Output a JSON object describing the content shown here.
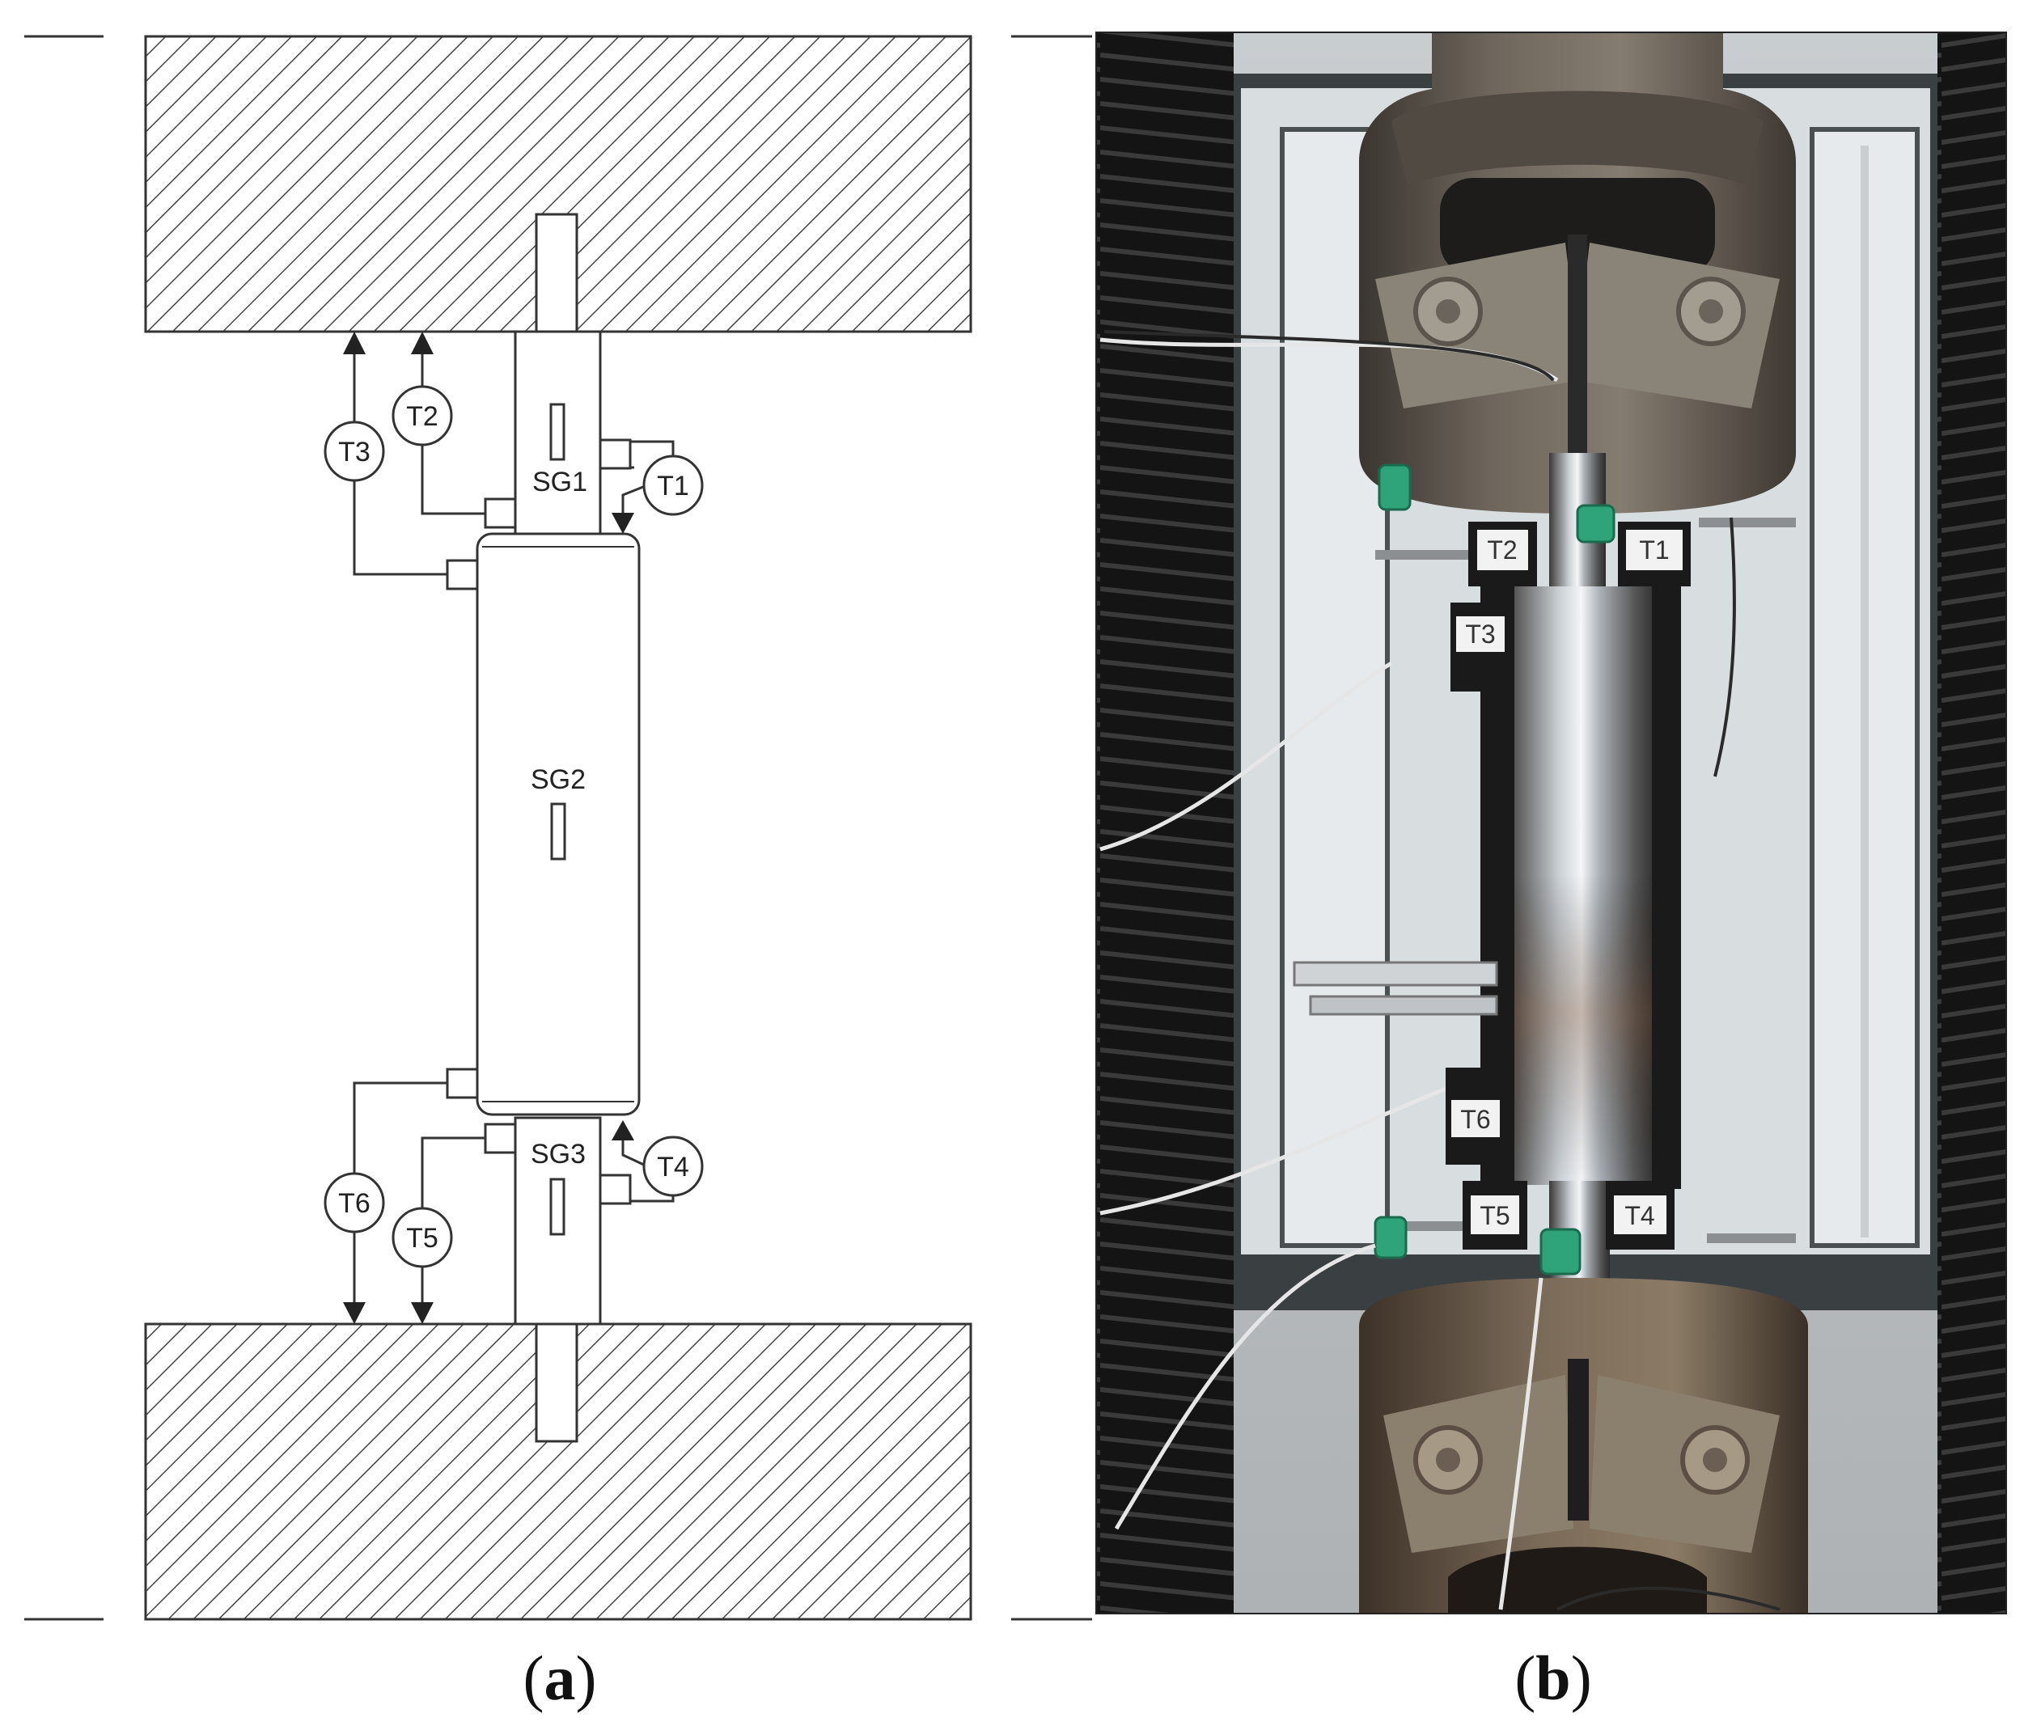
{
  "panel_a": {
    "labels": {
      "sg1": "SG1",
      "sg2": "SG2",
      "sg3": "SG3",
      "t1": "T1",
      "t2": "T2",
      "t3": "T3",
      "t4": "T4",
      "t5": "T5",
      "t6": "T6"
    }
  },
  "panel_b": {
    "labels": {
      "t1": "T1",
      "t2": "T2",
      "t3": "T3",
      "t4": "T4",
      "t5": "T5",
      "t6": "T6"
    }
  },
  "captions": {
    "a_letter": "a",
    "b_letter": "b"
  },
  "colors": {
    "line": "#333333",
    "hatch": "#555555",
    "steel": "#b8bcc0",
    "sensor_green": "#2fa37a"
  }
}
